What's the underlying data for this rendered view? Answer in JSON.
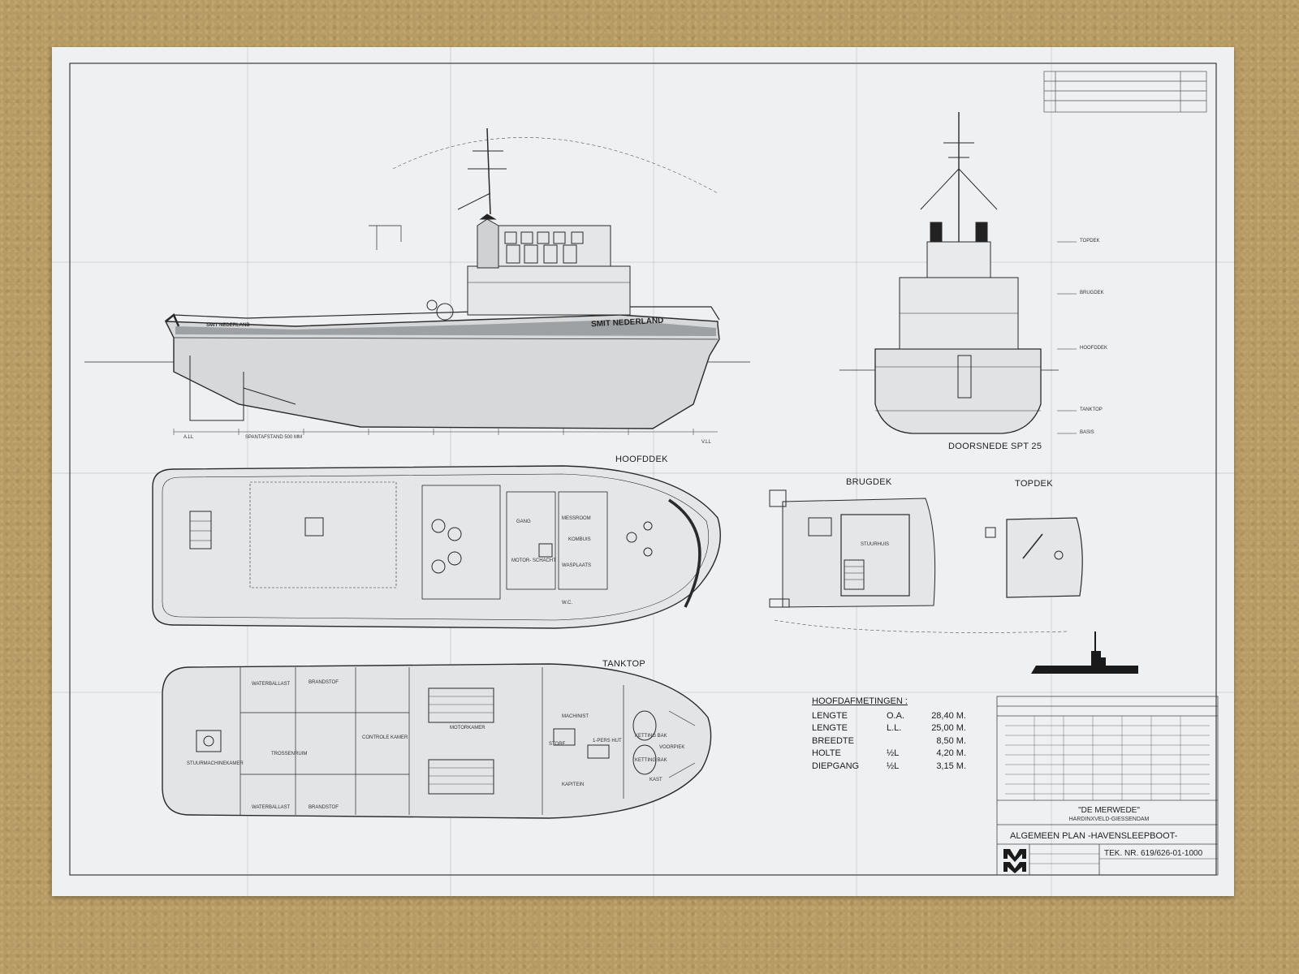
{
  "colors": {
    "carpet": "#b79b64",
    "paper": "#eef0f2",
    "ink": "#2a2a2a"
  },
  "profile": {
    "hull_name": "SMIT NEDERLAND",
    "stern_name": "SMIT NEDERLAND",
    "frame_spacing": "SPANTAFSTAND 500 MM",
    "aft_mark": "A.LL",
    "fwd_mark": "V.LL"
  },
  "section": {
    "title": "DOORSNEDE SPT 25",
    "levels": [
      "TOPDEK",
      "BRUGDEK",
      "HOOFDDEK",
      "TANKTOP",
      "BASIS"
    ]
  },
  "plans": {
    "hoofddek": {
      "title": "HOOFDDEK",
      "rooms": [
        "GANG",
        "MESSROOM",
        "MOTOR- SCHACHT",
        "KOMBUIS",
        "WASPLAATS",
        "W.C."
      ]
    },
    "brugdek": {
      "title": "BRUGDEK",
      "rooms": [
        "STUURHUIS"
      ]
    },
    "topdek": {
      "title": "TOPDEK"
    },
    "tanktop": {
      "title": "TANKTOP",
      "rooms": [
        "WATERBALLAST",
        "BRANDSTOF",
        "WATERBALLAST",
        "BRANDSTOF",
        "STUURMACHINEKAMER",
        "TROSSENRUIM",
        "CONTROLE KAMER",
        "MOTORKAMER",
        "MACHINIST",
        "STORE",
        "1-PERS HUT",
        "KAPITEIN",
        "KETTING BAK",
        "KETTING BAK",
        "VOORPIEK",
        "KAST"
      ]
    }
  },
  "dimensions": {
    "heading": "HOOFDAFMETINGEN :",
    "rows": [
      {
        "name": "LENGTE",
        "qualifier": "O.A.",
        "value": "28,40 M."
      },
      {
        "name": "LENGTE",
        "qualifier": "L.L.",
        "value": "25,00 M."
      },
      {
        "name": "BREEDTE",
        "qualifier": "",
        "value": "8,50 M."
      },
      {
        "name": "HOLTE",
        "qualifier": "½L",
        "value": "4,20 M."
      },
      {
        "name": "DIEPGANG",
        "qualifier": "½L",
        "value": "3,15 M."
      }
    ]
  },
  "title_block": {
    "firm": "\"DE MERWEDE\"",
    "place": "HARDINXVELD-GIESSENDAM",
    "title": "ALGEMEEN PLAN -HAVENSLEEPBOOT-",
    "drawing_no": "TEK. NR. 619/626-01-1000",
    "logo": "de-merwede-logo"
  }
}
